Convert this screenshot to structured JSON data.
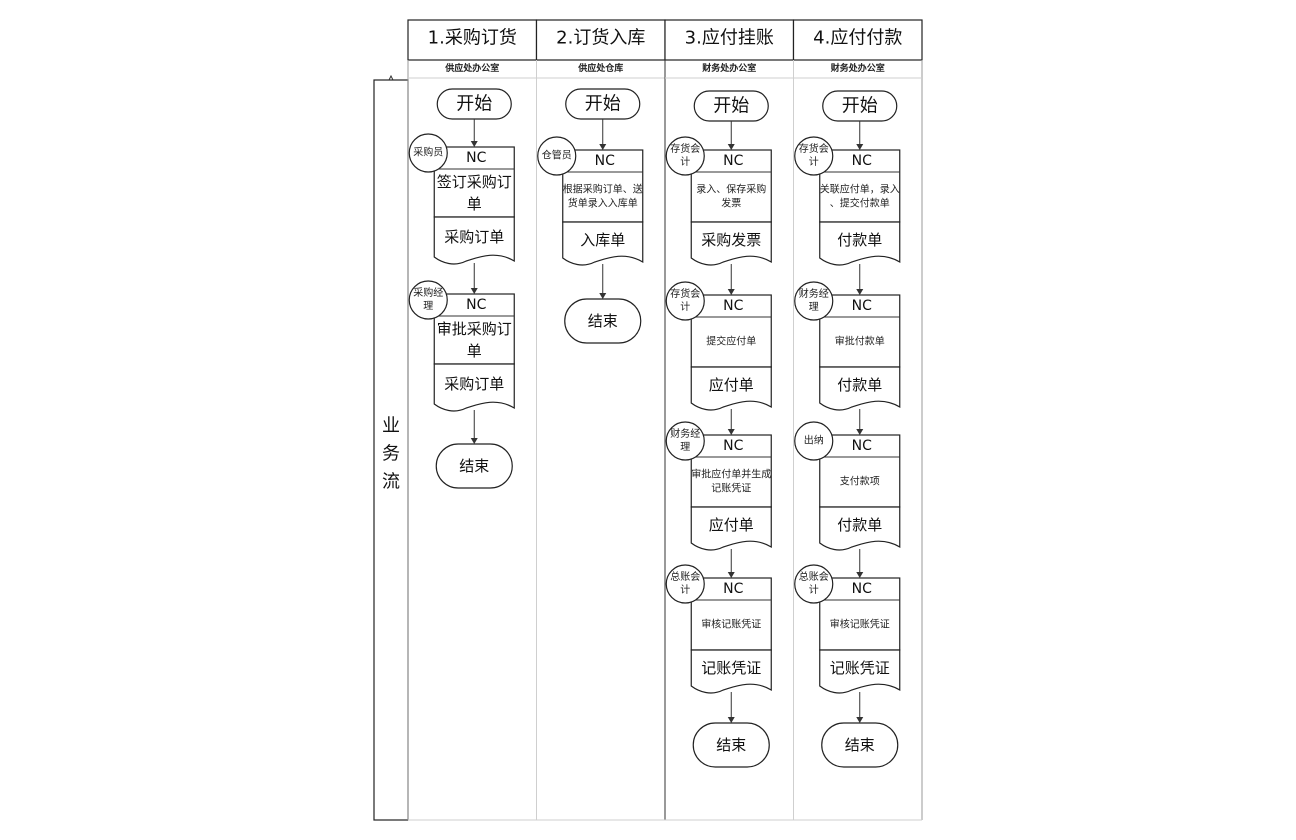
{
  "phases": [
    {
      "title": "1.采购订货",
      "department": "供应处办公室",
      "start": "开始",
      "end": "结束",
      "steps": [
        {
          "role": "采购员",
          "system": "NC",
          "action": "签订采购订单",
          "document": "采购订单"
        },
        {
          "role": "采购经理",
          "system": "NC",
          "action": "审批采购订单",
          "document": "采购订单"
        }
      ]
    },
    {
      "title": "2.订货入库",
      "department": "供应处仓库",
      "start": "开始",
      "end": "结束",
      "steps": [
        {
          "role": "仓管员",
          "system": "NC",
          "action": "根据采购订单、送货单录入入库单",
          "document": "入库单"
        }
      ]
    },
    {
      "title": "3.应付挂账",
      "department": "财务处办公室",
      "start": "开始",
      "end": "结束",
      "steps": [
        {
          "role": "存货会计",
          "system": "NC",
          "action": "录入、保存采购发票",
          "document": "采购发票"
        },
        {
          "role": "存货会计",
          "system": "NC",
          "action": "提交应付单",
          "document": "应付单"
        },
        {
          "role": "财务经理",
          "system": "NC",
          "action": "审批应付单并生成记账凭证",
          "document": "应付单"
        },
        {
          "role": "总账会计",
          "system": "NC",
          "action": "审核记账凭证",
          "document": "记账凭证"
        }
      ]
    },
    {
      "title": "4.应付付款",
      "department": "财务处办公室",
      "start": "开始",
      "end": "结束",
      "steps": [
        {
          "role": "存货会计",
          "system": "NC",
          "action": "关联应付单，录入、提交付款单",
          "document": "付款单"
        },
        {
          "role": "财务经理",
          "system": "NC",
          "action": "审批付款单",
          "document": "付款单"
        },
        {
          "role": "出纳",
          "system": "NC",
          "action": "支付款项",
          "document": "付款单"
        },
        {
          "role": "总账会计",
          "system": "NC",
          "action": "审核记账凭证",
          "document": "记账凭证"
        }
      ]
    }
  ],
  "side_label": "业务流"
}
